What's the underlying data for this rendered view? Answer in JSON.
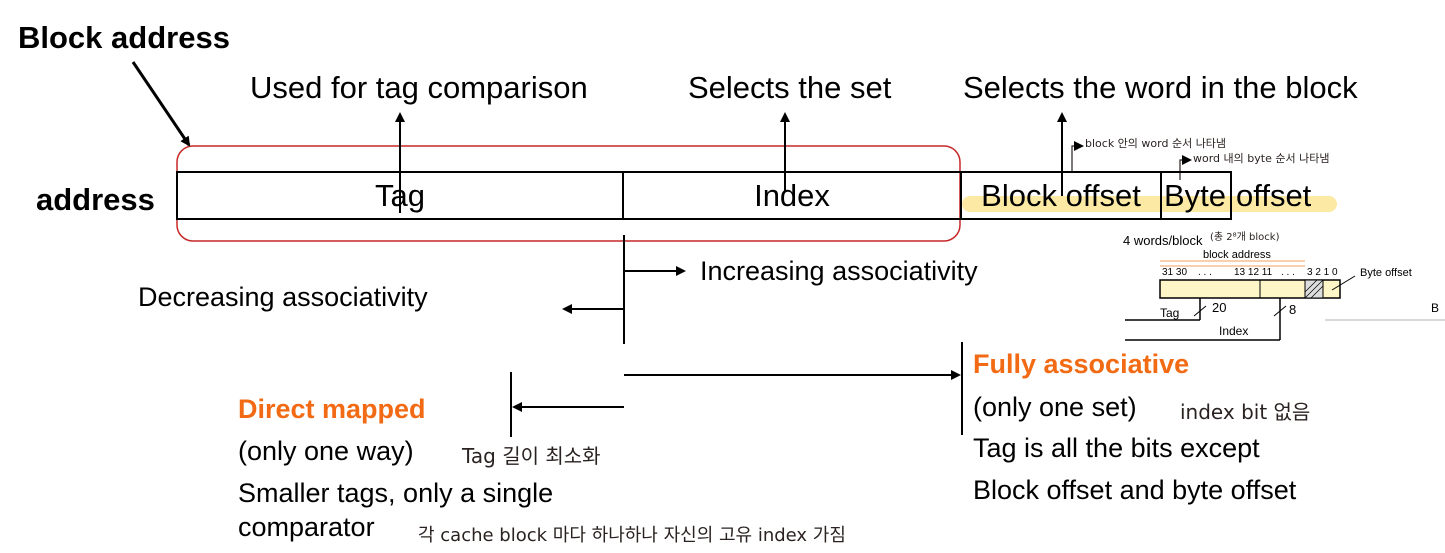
{
  "title": "Block address",
  "address_label": "address",
  "fields": {
    "tag": "Tag",
    "index": "Index",
    "block_offset": "Block offset",
    "byte": "Byte",
    "offset": "offset"
  },
  "captions": {
    "tag": "Used for tag comparison",
    "index": "Selects the set",
    "block_offset": "Selects the word in the block"
  },
  "handwritten": {
    "block_offset_note": "block 안의 word 순서 나타냄",
    "byte_offset_note": "word 내의 byte 순서 나타냄",
    "tag_note": "Tag 길이 최소화",
    "index_note": "각 cache block 마다 하나하나 자신의 고유 index 가짐",
    "fully_note": "index bit 없음"
  },
  "associativity": {
    "increasing": "Increasing associativity",
    "decreasing": "Decreasing associativity"
  },
  "direct_mapped": {
    "title": "Direct mapped",
    "line1": "(only one way)",
    "line2": "Smaller tags, only a single",
    "line3": "comparator"
  },
  "fully_associative": {
    "title": "Fully associative",
    "line1": "(only one set)",
    "line2": "Tag is all the bits except",
    "line3": "Block offset and byte offset"
  },
  "inset": {
    "words_per_block": "4 words/block",
    "total_blocks": "(총 2⁸개 block)",
    "block_address": "block address",
    "bits_left": "31 30",
    "bits_mid": "13 12 11",
    "dots": ". . .",
    "bits_right": "3 2 1 0",
    "byte_offset": "Byte offset",
    "tag_label": "Tag",
    "tag_bits": "20",
    "index_label": "Index",
    "index_bits": "8",
    "b_label": "B"
  }
}
